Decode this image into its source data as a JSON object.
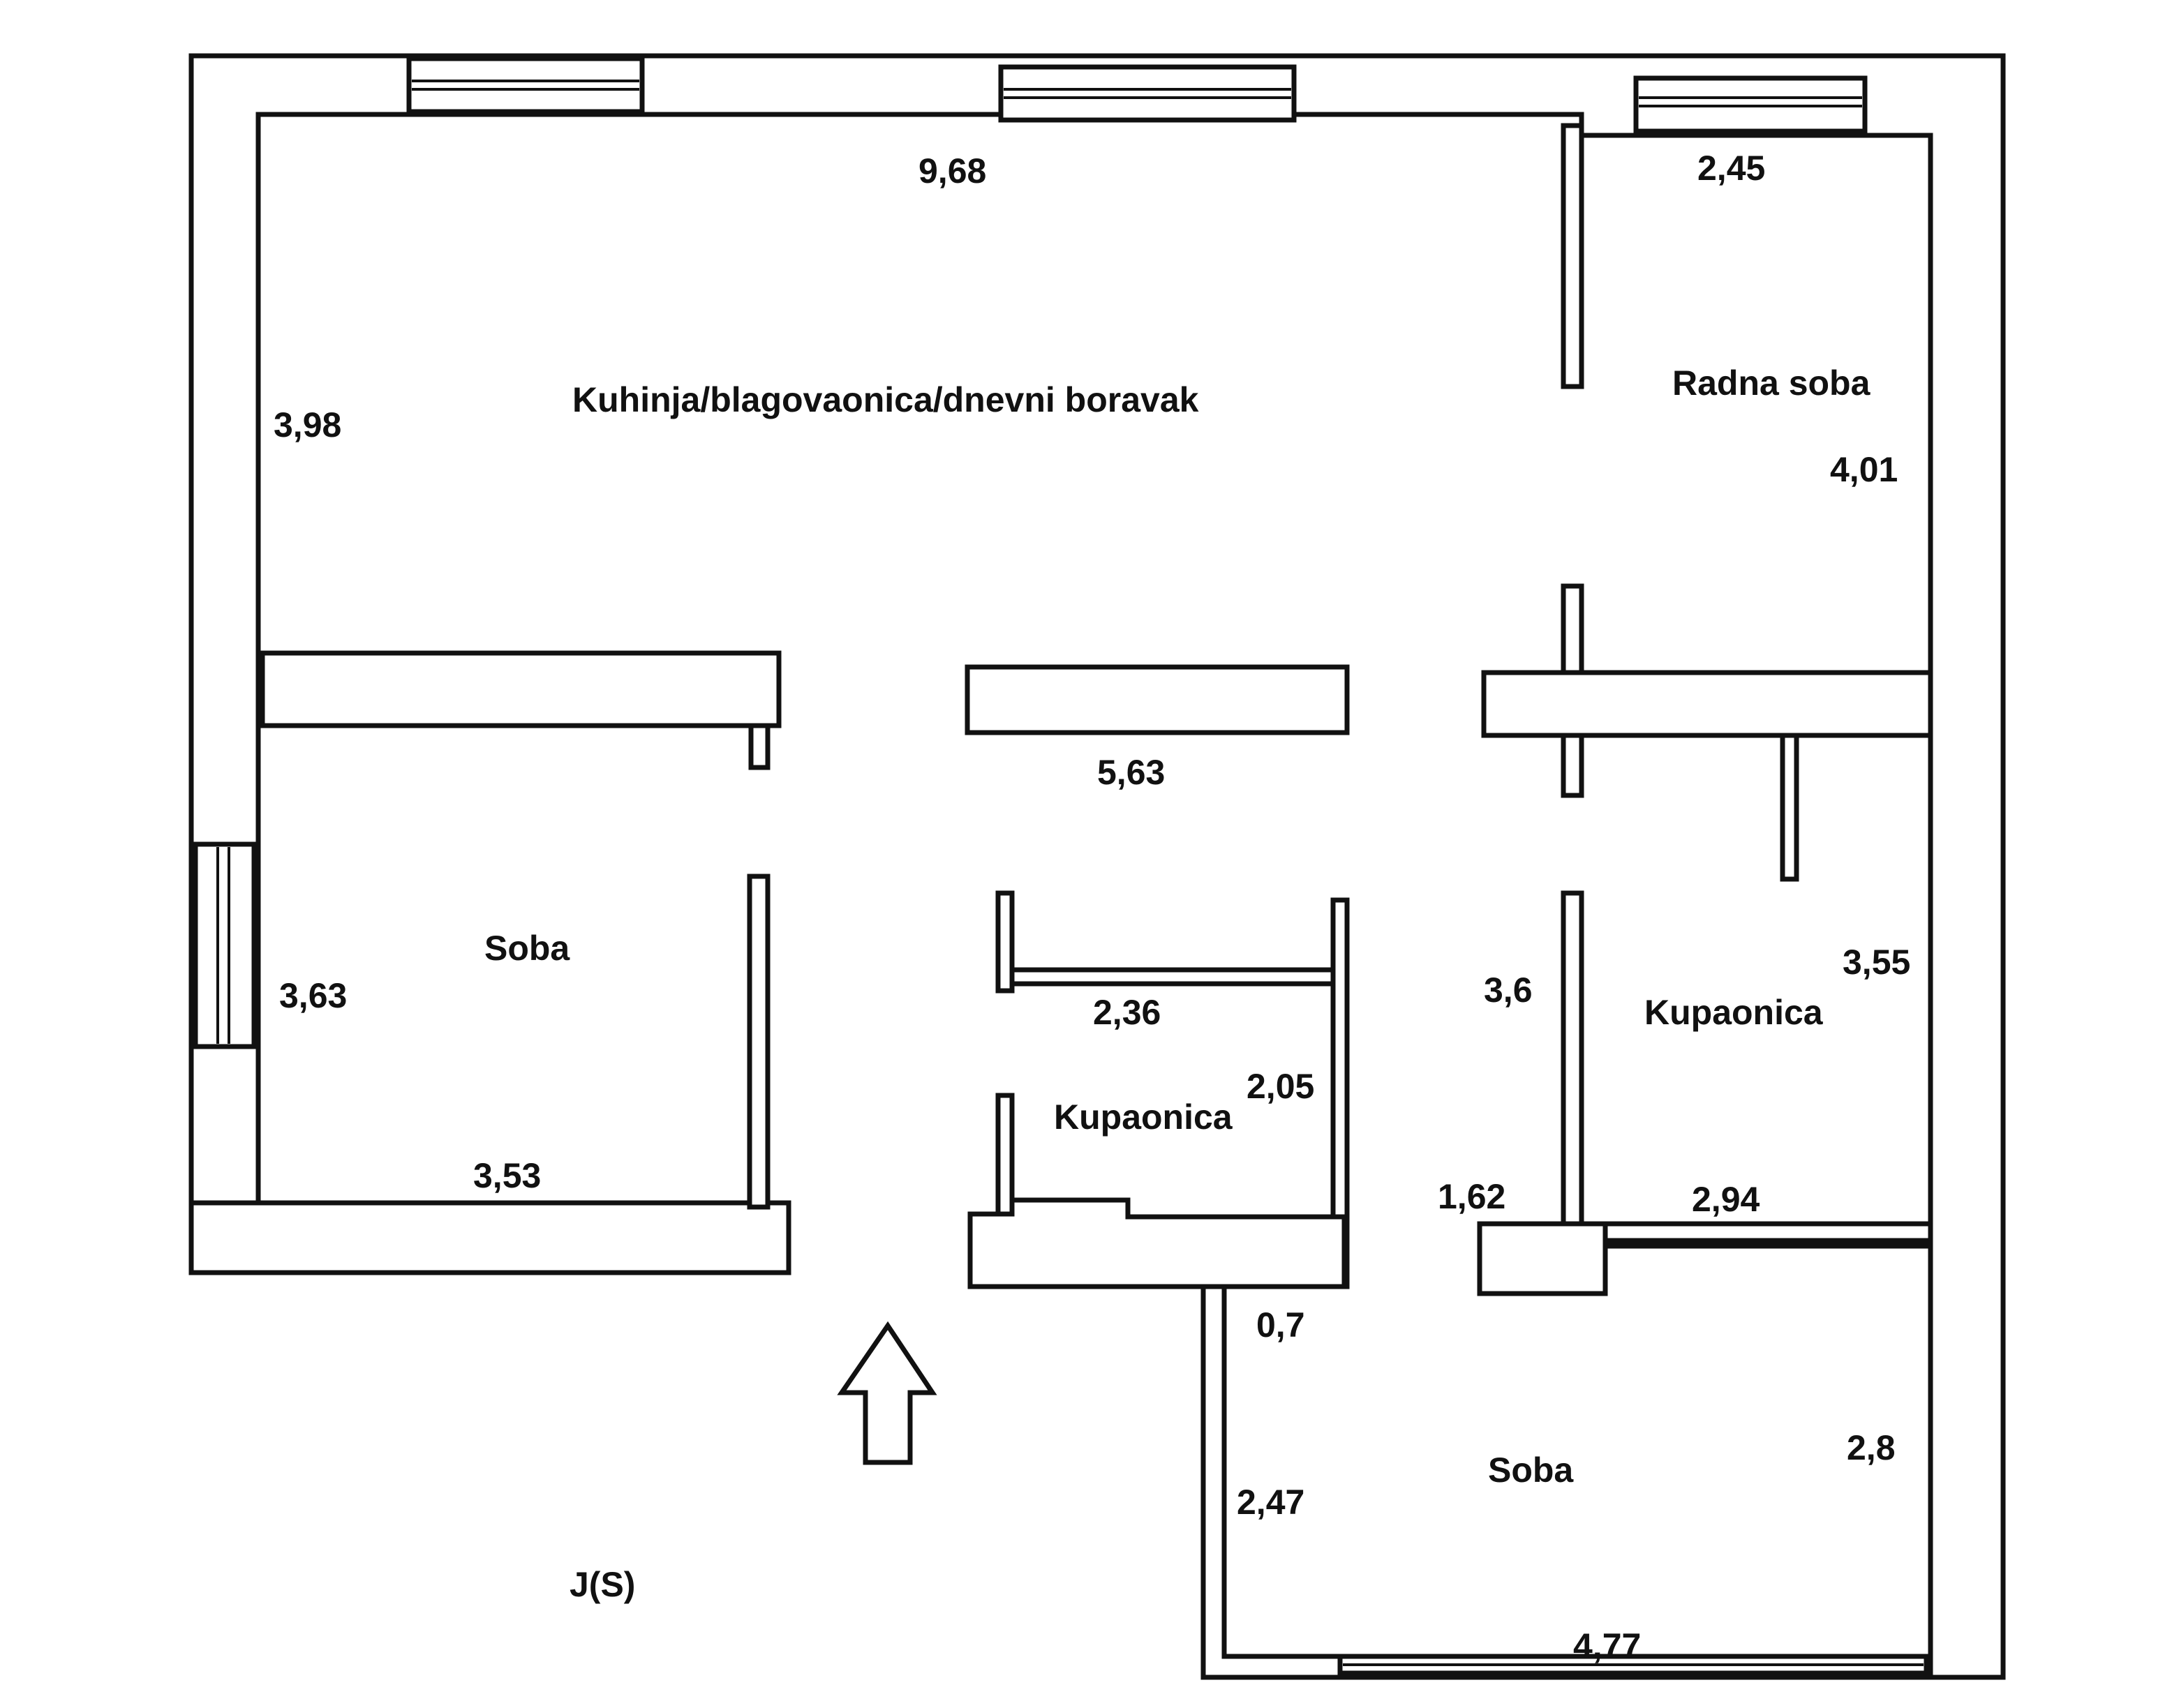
{
  "rooms": {
    "living": "Kuhinja/blagovaonica/dnevni boravak",
    "study": "Radna soba",
    "bedroom_left": "Soba",
    "bathroom_small": "Kupaonica",
    "bathroom_right": "Kupaonica",
    "bedroom_bottom": "Soba"
  },
  "dimensions": {
    "living_width": "9,68",
    "living_depth": "3,98",
    "study_width": "2,45",
    "study_depth": "4,01",
    "hall_length": "5,63",
    "bedroom_left_depth": "3,63",
    "bedroom_left_width": "3,53",
    "bath_small_width": "2,36",
    "bath_small_depth": "2,05",
    "hall_side": "3,6",
    "bath_right_depth": "3,55",
    "bath_right_width": "2,94",
    "hall_width": "1,62",
    "bedroom_bottom_step": "0,7",
    "bedroom_bottom_left": "2,47",
    "bedroom_bottom_right": "2,8",
    "bedroom_bottom_width": "4,77"
  },
  "orientation": "J(S)",
  "entrance_arrow": "arrow-up-icon"
}
